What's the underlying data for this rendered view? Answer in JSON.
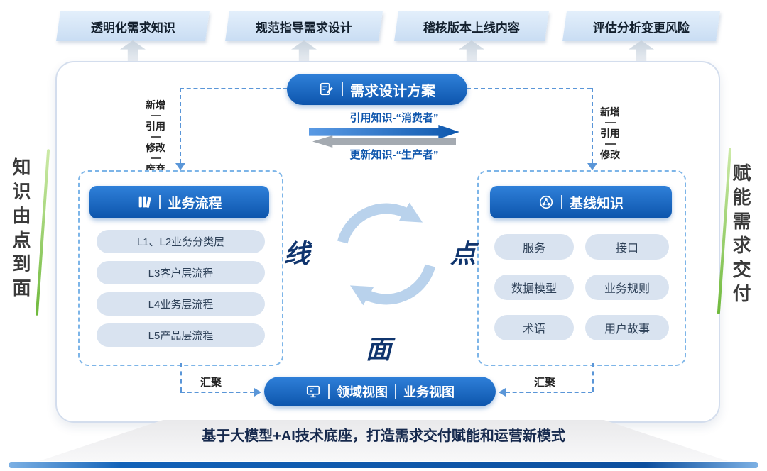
{
  "banners": [
    {
      "label": "透明化需求知识"
    },
    {
      "label": "规范指导需求设计"
    },
    {
      "label": "稽核版本上线内容"
    },
    {
      "label": "评估分析变更风险"
    }
  ],
  "main_pill": {
    "label": "需求设计方案",
    "icon": "doc-edit-icon"
  },
  "flow": {
    "consume_label": "引用知识-“消费者”",
    "produce_label": "更新知识-“生产者”"
  },
  "left_ops": [
    "新增",
    "引用",
    "修改",
    "废弃"
  ],
  "right_ops": [
    "新增",
    "引用",
    "修改"
  ],
  "process_box": {
    "title": "业务流程",
    "icon": "books-icon",
    "items": [
      "L1、L2业务分类层",
      "L3客户层流程",
      "L4业务层流程",
      "L5产品层流程"
    ]
  },
  "knowledge_box": {
    "title": "基线知识",
    "icon": "network-icon",
    "items": [
      "服务",
      "接口",
      "数据模型",
      "业务规则",
      "术语",
      "用户故事"
    ]
  },
  "cycle": {
    "left": "线",
    "right": "点",
    "bottom": "面"
  },
  "view_pill": {
    "icon": "monitor-icon",
    "left_label": "领域视图",
    "right_label": "业务视图"
  },
  "converge": {
    "left": "汇聚",
    "right": "汇聚"
  },
  "sides": {
    "left": "知识由点到面",
    "right": "赋能需求交付"
  },
  "footer": {
    "prefix": "基于",
    "highlight": "大模型+AI",
    "suffix": "技术底座，打造需求交付赋能和运营新模式"
  },
  "colors": {
    "primary_blue": "#0d55ac",
    "item_blue": "#d9e3f0",
    "dashed_blue": "#5a96d8",
    "green_accent": "#6fb93c",
    "cycle_blue": "#b9d2ec"
  }
}
